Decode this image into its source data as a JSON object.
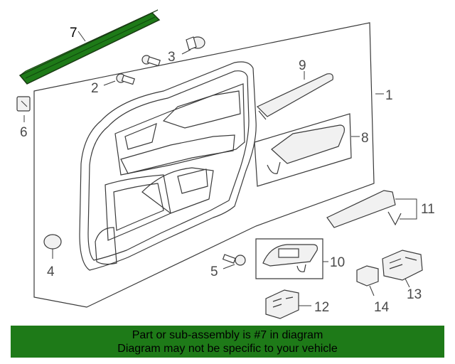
{
  "callouts": [
    {
      "id": "callout-1",
      "label": "1"
    },
    {
      "id": "callout-2",
      "label": "2"
    },
    {
      "id": "callout-3",
      "label": "3"
    },
    {
      "id": "callout-4",
      "label": "4"
    },
    {
      "id": "callout-5",
      "label": "5"
    },
    {
      "id": "callout-6",
      "label": "6"
    },
    {
      "id": "callout-7",
      "label": "7"
    },
    {
      "id": "callout-8",
      "label": "8"
    },
    {
      "id": "callout-9",
      "label": "9"
    },
    {
      "id": "callout-10",
      "label": "10"
    },
    {
      "id": "callout-11",
      "label": "11"
    },
    {
      "id": "callout-12",
      "label": "12"
    },
    {
      "id": "callout-13",
      "label": "13"
    },
    {
      "id": "callout-14",
      "label": "14"
    }
  ],
  "highlight_color": "#1e7a18",
  "banner": {
    "line1": "Part or sub-assembly is #7 in diagram",
    "line2": "Diagram may not be specific to your vehicle"
  }
}
